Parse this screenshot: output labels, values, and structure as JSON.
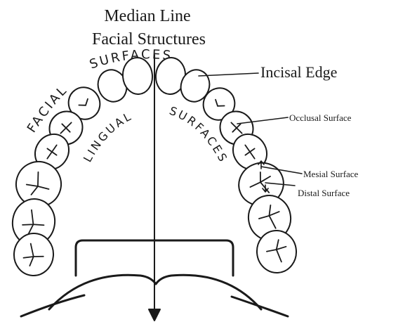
{
  "title": {
    "line1": "Median Line",
    "line2": "Facial Structures"
  },
  "labels": {
    "incisal_edge": "Incisal Edge",
    "occlusal_surface": "Occlusal Surface",
    "mesial_surface": "Mesial Surface",
    "distal_surface": "Distal Surface"
  },
  "arch_labels": {
    "facial": "FACIAL",
    "facial_surfaces": "SURFACES",
    "lingual": "LINGUAL",
    "lingual_surfaces": "SURFACES"
  },
  "colors": {
    "ink": "#1a1a1a",
    "background": "#ffffff"
  }
}
